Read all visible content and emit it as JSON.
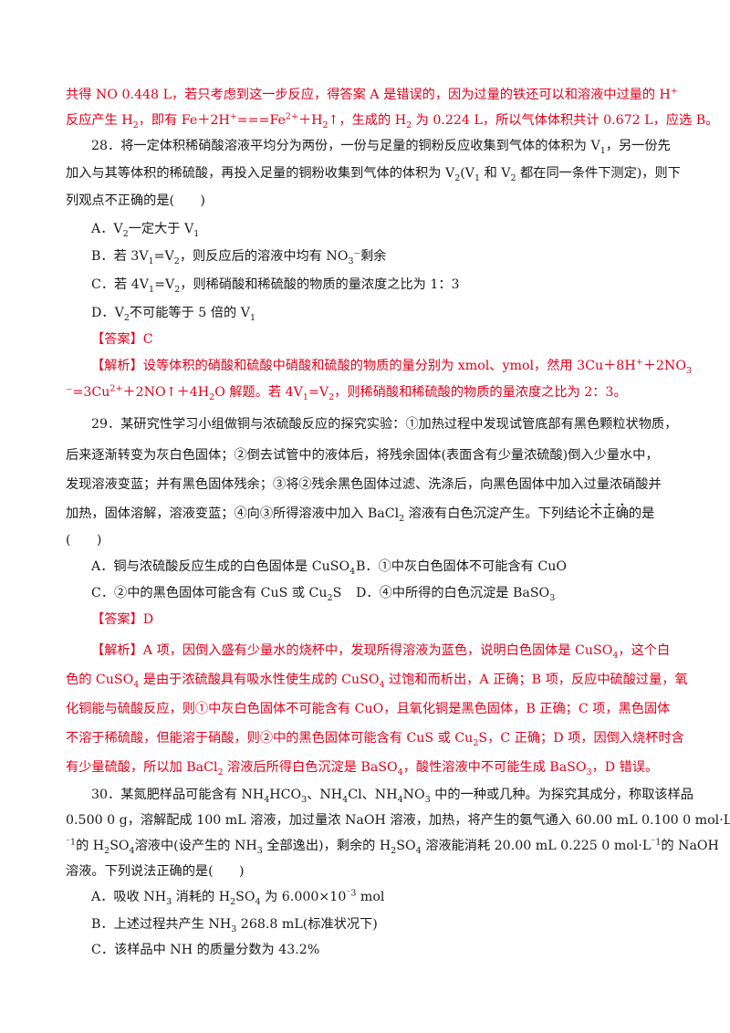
{
  "top": {
    "l1a": "共得 NO 0.448 L，若只考虑到这一步反应，得答案 A 是错误的，因为过量的铁还可以和溶液中过量的 H",
    "l1b": "+",
    "l2a": "反应产生 H",
    "l2b": "2",
    "l2c": "，即有 Fe＋2H",
    "l2d": "+",
    "l2e": "===Fe",
    "l2f": "2+",
    "l2g": "＋H",
    "l2h": "2",
    "l2i": "↑，生成的 H",
    "l2j": "2",
    "l2k": " 为 0.224 L，所以气体体积共计 0.672 L，应选 B。"
  },
  "q28": {
    "l1a": "28．将一定体积稀硝酸溶液平均分为两份，一份与足量的铜粉反应收集到气体的体积为 V",
    "l1b": "1",
    "l1c": "，另一份先",
    "l2a": "加入与其等体积的稀硫酸，再投入足量的铜粉收集到气体的体积为 V",
    "l2b": "2",
    "l2c": "(V",
    "l2d": "1",
    "l2e": " 和 V",
    "l2f": "2",
    "l2g": " 都在同一条件下测定)，则下",
    "l3": "列观点不正确的是(　　)",
    "A1": "A．V",
    "A2": "2",
    "A3": "一定大于 V",
    "A4": "1",
    "B1": "B．若 3V",
    "B2": "1",
    "B3": "=V",
    "B4": "2",
    "B5": "，则反应后的溶液中均有 NO",
    "B6": "3",
    "B7": "⁻剩余",
    "C1": "C．若 4V",
    "C2": "1",
    "C3": "=V",
    "C4": "2",
    "C5": "，则稀硝酸和稀硫酸的物质的量浓度之比为 1：3",
    "D1": "D．V",
    "D2": "2",
    "D3": "不可能等于 5 倍的 V",
    "D4": "1",
    "answer": "【答案】C",
    "e1a": "【解析】设等体积的硝酸和硫酸中硝酸和硫酸的物质的量分别为 xmol、ymol，然用 3Cu＋8H",
    "e1b": "+",
    "e1c": "＋2NO",
    "e1d": "3",
    "e2a": "⁻=3Cu",
    "e2b": "2+",
    "e2c": "＋2NO↑＋4H",
    "e2d": "2",
    "e2e": "O 解题。若 4V",
    "e2f": "1",
    "e2g": "=V",
    "e2h": "2",
    "e2i": "，则稀硝酸和稀硫酸的物质的量浓度之比为 2：3。"
  },
  "q29": {
    "l1": "29．某研究性学习小组做铜与浓硫酸反应的探究实验：①加热过程中发现试管底部有黑色颗粒状物质，",
    "l2": "后来逐渐转变为灰白色固体；②倒去试管中的液体后，将残余固体(表面含有少量浓硫酸)倒入少量水中，",
    "l3": "发现溶液变蓝；并有黑色固体残余；③将②残余黑色固体过滤、洗涤后，向黑色固体中加入过量浓硝酸并",
    "l4a": "加热，固体溶解，溶液变蓝；④向③所得溶液中加入 BaCl",
    "l4b": "2",
    "l4c": " 溶液有白色沉淀产生。下列结论",
    "l4d": "不",
    "l4e": "正",
    "l4f": "确",
    "l4g": "的是",
    "l5": "(　　)",
    "A1": "A．铜与浓硫酸反应生成的白色固体是 CuSO",
    "A2": "4",
    "B": "B．①中灰白色固体不可能含有 CuO",
    "C1": "C．②中的黑色固体可能含有 CuS 或 Cu",
    "C2": "2",
    "C3": "S",
    "D1": "D．④中所得的白色沉淀是 BaSO",
    "D2": "3",
    "answer": "【答案】D",
    "e1a": "【解析】A 项，因倒入盛有少量水的烧杯中，发现所得溶液为蓝色，说明白色固体是 CuSO",
    "e1b": "4",
    "e1c": "，这个白",
    "e2a": "色的 CuSO",
    "e2b": "4",
    "e2c": " 是由于浓硫酸具有吸水性使生成的 CuSO",
    "e2d": "4",
    "e2e": " 过饱和而析出，A 正确；B 项，反应中硫酸过量，氧",
    "e3": "化铜能与硫酸反应，则①中灰白色固体不可能含有 CuO，且氧化铜是黑色固体，B 正确；C 项，黑色固体",
    "e4a": "不溶于稀硫酸，但能溶于硝酸，则②中的黑色固体可能含有 CuS 或 Cu",
    "e4b": "2",
    "e4c": "S，C 正确；D 项，因倒入烧杯时含",
    "e5a": "有少量硫酸，所以加 BaCl",
    "e5b": "2",
    "e5c": " 溶液后所得白色沉淀是 BaSO",
    "e5d": "4",
    "e5e": "，酸性溶液中不可能生成 BaSO",
    "e5f": "3",
    "e5g": "，D 错误。"
  },
  "q30": {
    "l1a": "30．某氮肥样品可能含有 NH",
    "l1b": "4",
    "l1c": "HCO",
    "l1d": "3",
    "l1e": "、NH",
    "l1f": "4",
    "l1g": "Cl、NH",
    "l1h": "4",
    "l1i": "NO",
    "l1j": "3",
    "l1k": " 中的一种或几种。为探究其成分，称取该样品",
    "l2": "0.500 0 g，溶解配成 100 mL 溶液，加过量浓 NaOH 溶液，加热，将产生的氨气通入 60.00 mL 0.100 0 mol·L",
    "l3a": "⁻",
    "l3b": "1",
    "l3c": "的 H",
    "l3d": "2",
    "l3e": "SO",
    "l3f": "4",
    "l3g": "溶液中(设产生的 NH",
    "l3h": "3",
    "l3i": " 全部逸出)，剩余的 H",
    "l3j": "2",
    "l3k": "SO",
    "l3l": "4",
    "l3m": " 溶液能消耗 20.00 mL 0.225 0 mol·L",
    "l3n": "⁻1",
    "l3o": "的 NaOH",
    "l4": "溶液。下列说法正确的是(　　)",
    "A1": "A．吸收 NH",
    "A2": "3",
    "A3": " 消耗的 H",
    "A4": "2",
    "A5": "SO",
    "A6": "4",
    "A7": " 为 6.000×10",
    "A8": "⁻3",
    "A9": "  mol",
    "B1": "B．上述过程共产生 NH",
    "B2": "3",
    "B3": "  268.8 mL(标准状况下)",
    "C": "C．该样品中 NH 的质量分数为 43.2%"
  }
}
